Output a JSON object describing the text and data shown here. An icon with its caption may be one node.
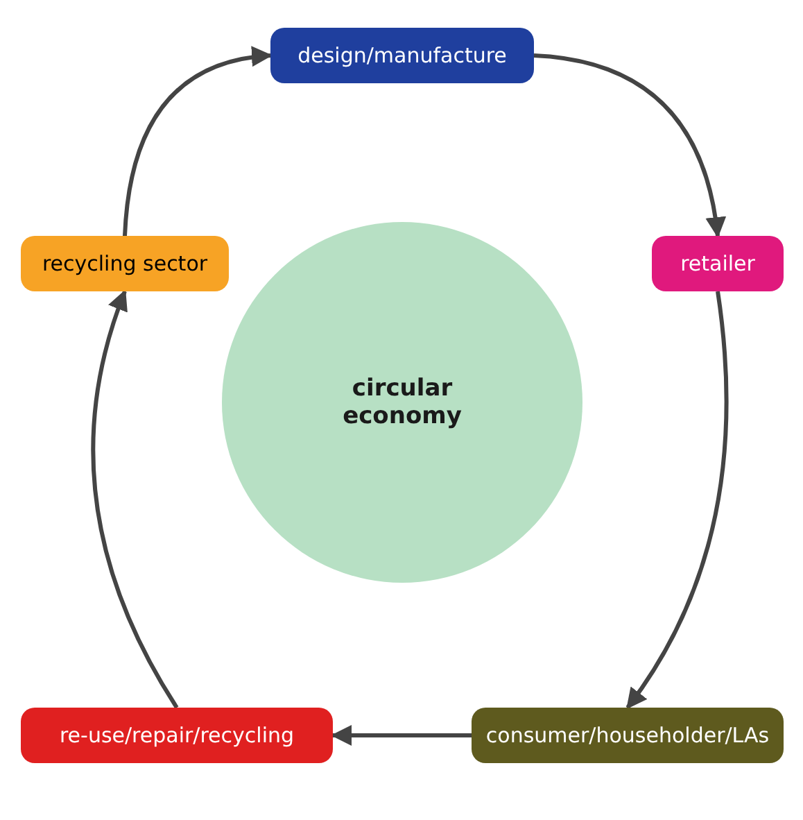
{
  "diagram": {
    "nodes": [
      {
        "text": [
          "design/manufacture"
        ]
      },
      {
        "text": [
          "recycling sector"
        ]
      },
      {
        "text": [
          "retailer"
        ]
      },
      {
        "text": [
          "circular economy"
        ]
      },
      {
        "text": [
          "re-use/repair/recycling"
        ]
      },
      {
        "text": [
          "consumer/householder/LAs"
        ]
      }
    ],
    "edges": [
      {
        "from": 0,
        "to": 2,
        "arrow": "to"
      },
      {
        "from": 2,
        "to": 5,
        "arrow": "to"
      },
      {
        "from": 5,
        "to": 4,
        "arrow": "to"
      },
      {
        "from": 4,
        "to": 1,
        "arrow": "to"
      },
      {
        "from": 1,
        "to": 0,
        "arrow": "to"
      }
    ]
  }
}
